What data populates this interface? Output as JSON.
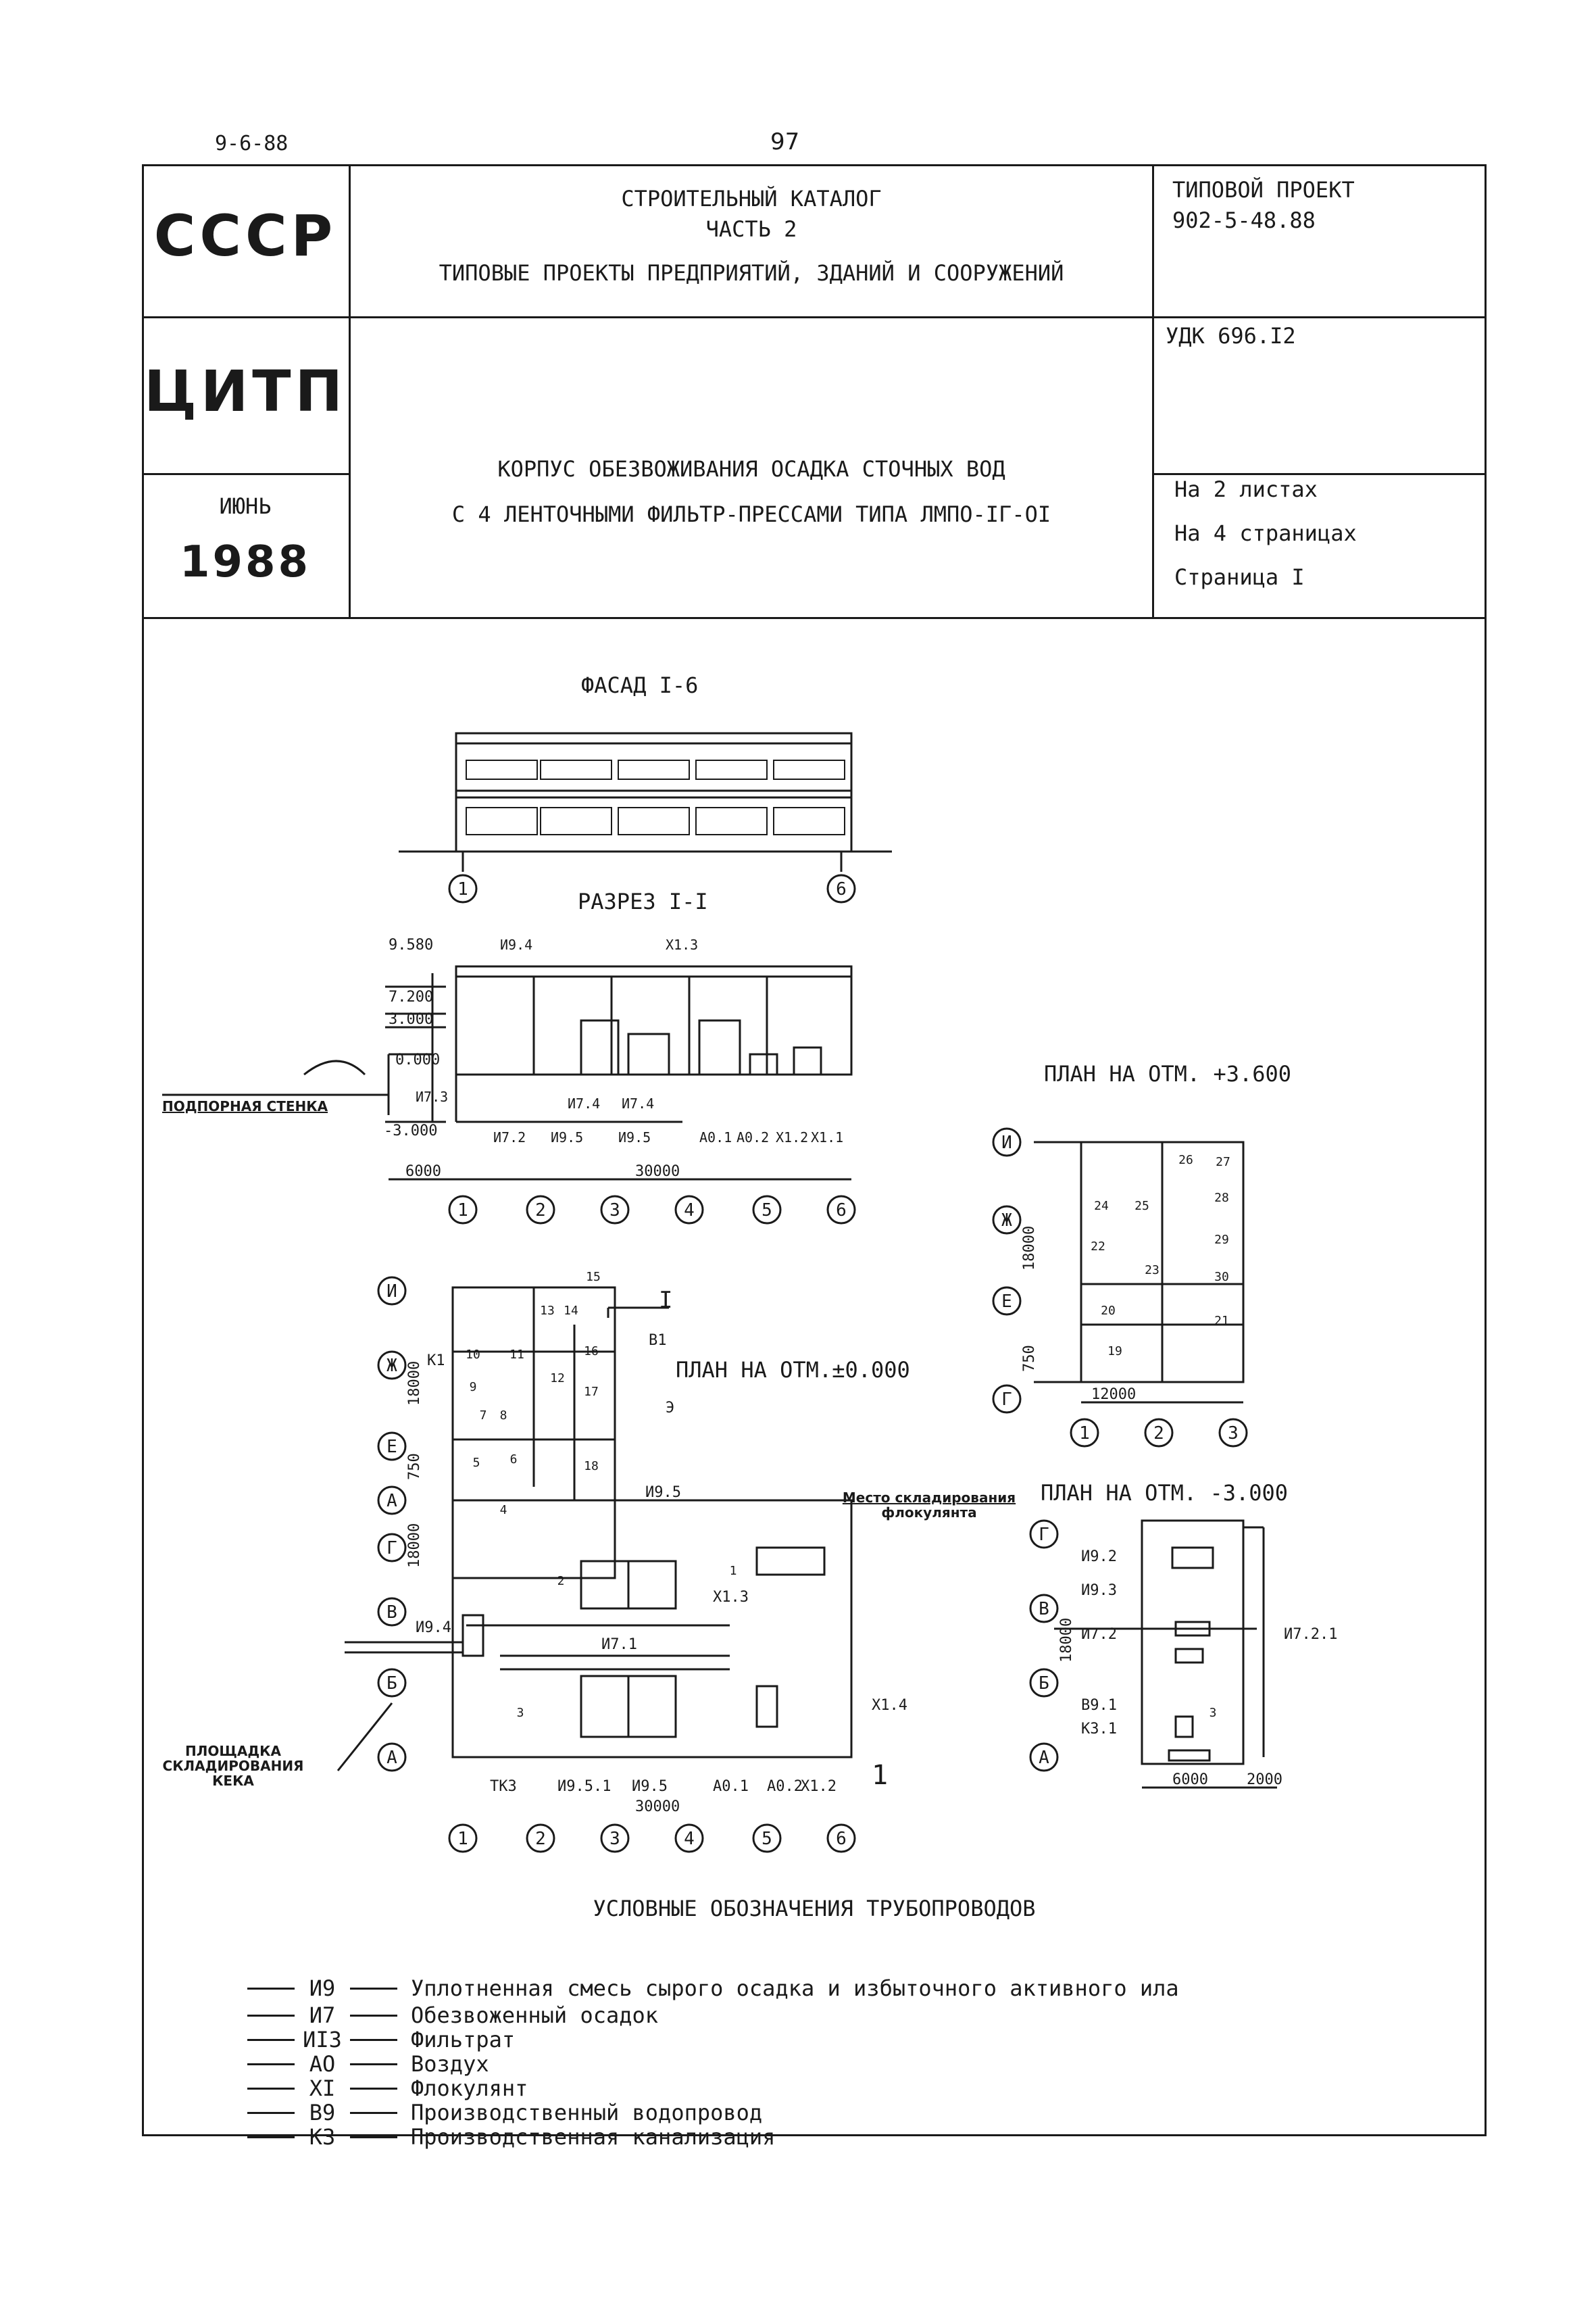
{
  "page": {
    "corner_code": "9-6-88",
    "page_number": "97"
  },
  "header": {
    "org": "СССР",
    "institute": "ЦИТП",
    "month": "ИЮНЬ",
    "year": "1988",
    "catalog_line1": "СТРОИТЕЛЬНЫЙ КАТАЛОГ",
    "catalog_line2": "ЧАСТЬ 2",
    "catalog_line3": "ТИПОВЫЕ ПРОЕКТЫ ПРЕДПРИЯТИЙ, ЗДАНИЙ И СООРУЖЕНИЙ",
    "project_label": "ТИПОВОЙ ПРОЕКТ",
    "project_code": "902-5-48.88",
    "udk": "УДК 696.I2",
    "title_line1": "КОРПУС ОБЕЗВОЖИВАНИЯ ОСАДКА СТОЧНЫХ ВОД",
    "title_line2": "С 4 ЛЕНТОЧНЫМИ ФИЛЬТР-ПРЕССАМИ ТИПА ЛМПО-IГ-OI",
    "sheets": "На 2 листах",
    "pages": "На 4 страницах",
    "page_label": "Страница I"
  },
  "drawings": {
    "facade_title": "ФАСАД I-6",
    "section_title": "РАЗРЕЗ I-I",
    "plan_upper_title": "ПЛАН НА ОТМ. +3.600",
    "plan_zero_title": "ПЛАН НА ОТМ.±0.000",
    "plan_lower_title": "ПЛАН НА ОТМ. -3.000",
    "retaining_wall": "ПОДПОРНАЯ СТЕНКА",
    "cake_storage_line1": "ПЛОЩАДКА",
    "cake_storage_line2": "СКЛАДИРОВАНИЯ",
    "cake_storage_line3": "КЕКА",
    "flocculant_storage_line1": "Место складирования",
    "flocculant_storage_line2": "флокулянта",
    "dim_30000": "30000",
    "dim_6000": "6000",
    "dim_18000": "18000",
    "dim_750": "750",
    "dim_12000": "12000",
    "dim_2000": "2000",
    "elev_9580": "9.580",
    "elev_7200": "7.200",
    "elev_3000": "3.000",
    "elev_0000": "0.000",
    "elev_m3000": "-3.000",
    "axes_numeric": [
      "1",
      "2",
      "3",
      "4",
      "5",
      "6"
    ],
    "axes_letters": [
      "И",
      "Ж",
      "Е",
      "А",
      "Г",
      "В",
      "Б",
      "А"
    ],
    "axes_upper": [
      "И",
      "Ж",
      "Е",
      "Г"
    ],
    "axes_upper_numeric": [
      "1",
      "2",
      "3"
    ],
    "axes_lower": [
      "Г",
      "В",
      "Б",
      "А"
    ],
    "pipe_tags_section": [
      "И9.4",
      "Х1.3",
      "И7.3",
      "И7.2",
      "И9.5",
      "И7.4",
      "И9.5",
      "А0.1",
      "А0.2",
      "Х1.2",
      "Х1.1",
      "И7.4"
    ],
    "pipe_tags_zero": [
      "К1",
      "В1",
      "Э",
      "И9.5",
      "Х1.3",
      "И7.1",
      "И9.4",
      "Х1.4",
      "ТК3",
      "И9.5.1",
      "И9.5",
      "А0.1",
      "А0.2",
      "Х1.2",
      "I",
      "1"
    ],
    "pipe_tags_lower": [
      "И9.2",
      "И9.3",
      "И7.2",
      "И7.2.1",
      "В9.1",
      "К3.1"
    ],
    "room_numbers_zero": [
      "15",
      "13",
      "14",
      "16",
      "17",
      "18",
      "10",
      "11",
      "12",
      "9",
      "8",
      "7",
      "5",
      "6",
      "4",
      "3",
      "2",
      "1"
    ],
    "room_numbers_upper": [
      "26",
      "27",
      "28",
      "24",
      "25",
      "29",
      "22",
      "23",
      "30",
      "20",
      "21",
      "19"
    ],
    "room_number_lower": "3"
  },
  "legend": {
    "title": "УСЛОВНЫЕ ОБОЗНАЧЕНИЯ ТРУБОПРОВОДОВ",
    "items": [
      {
        "code": "И9",
        "desc": "Уплотненная смесь сырого осадка и избыточного активного ила"
      },
      {
        "code": "И7",
        "desc": "Обезвоженный осадок"
      },
      {
        "code": "ИI3",
        "desc": "Фильтрат"
      },
      {
        "code": "АО",
        "desc": "Воздух"
      },
      {
        "code": "ХI",
        "desc": "Флокулянт"
      },
      {
        "code": "В9",
        "desc": "Производственный водопровод"
      },
      {
        "code": "К3",
        "desc": "Производственная канализация"
      }
    ]
  }
}
